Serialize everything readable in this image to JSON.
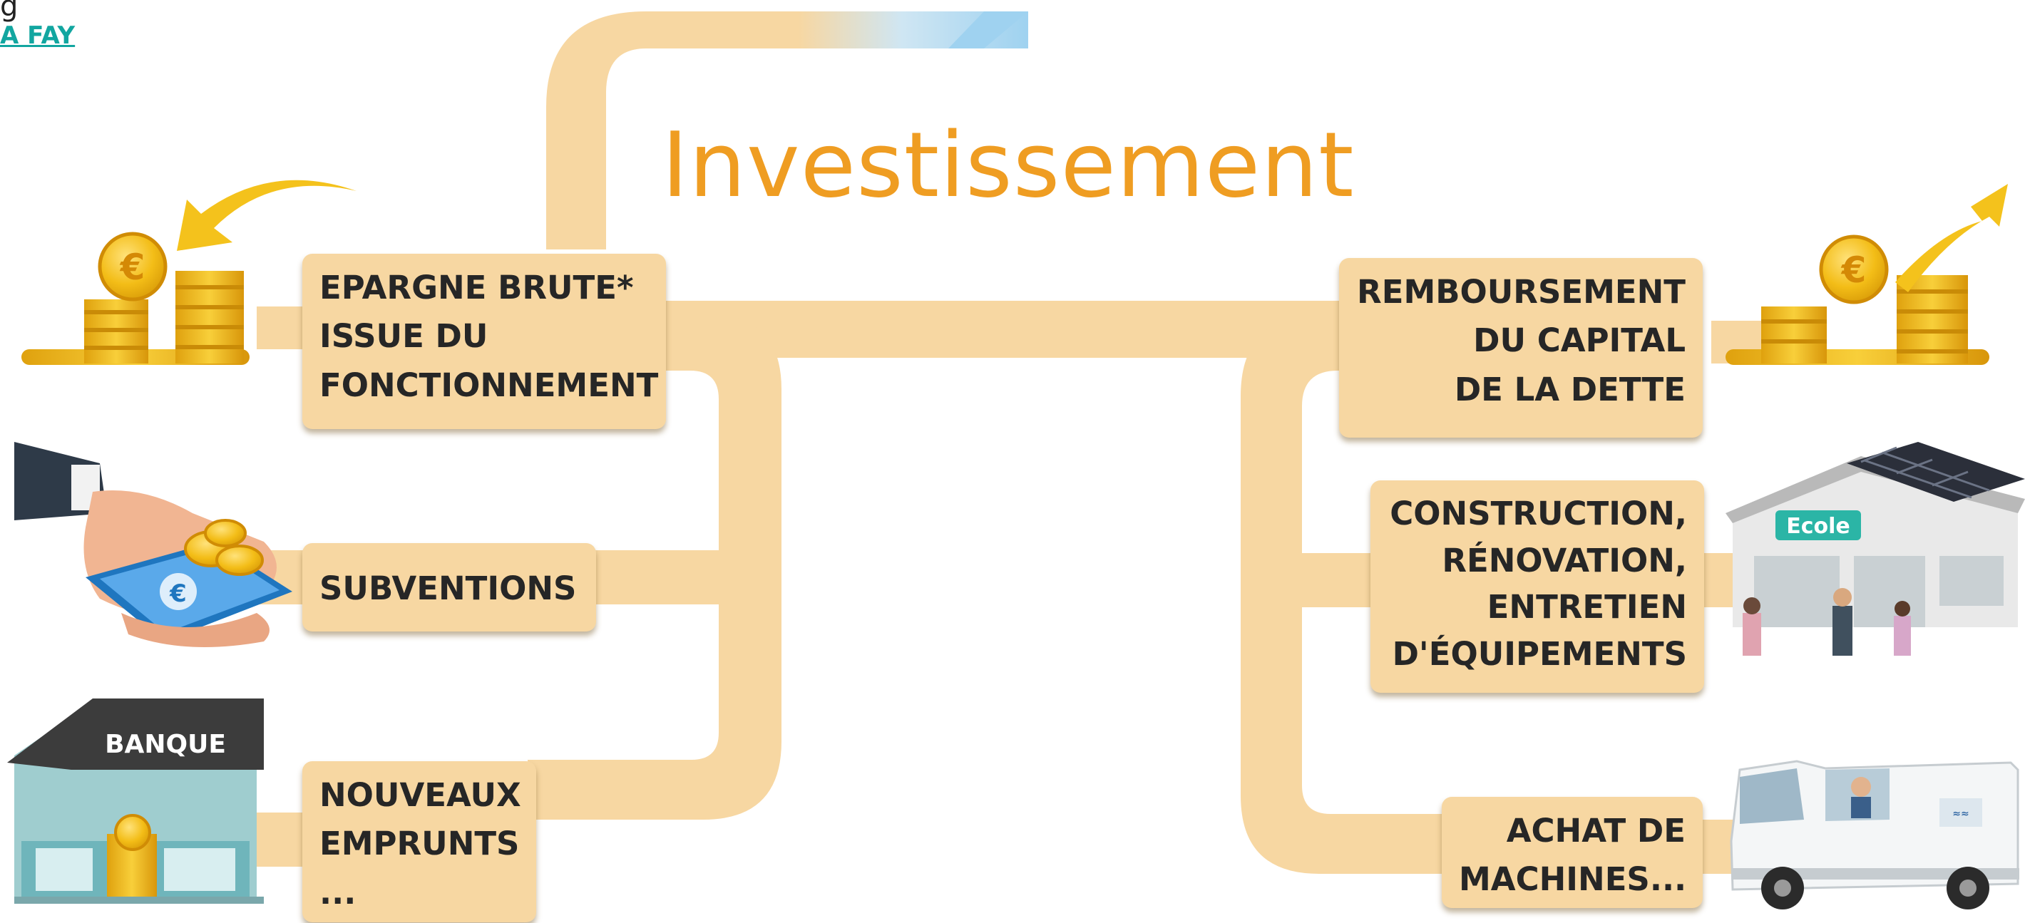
{
  "header": {
    "top_char": "g",
    "link_text": "A FAY"
  },
  "diagram": {
    "title": "Investissement",
    "sources": [
      {
        "id": "epargne",
        "lines": [
          "EPARGNE BRUTE*",
          "ISSUE DU",
          "FONCTIONNEMENT"
        ],
        "icon": "coins-euro-icon"
      },
      {
        "id": "subventions",
        "lines": [
          "SUBVENTIONS"
        ],
        "icon": "hand-money-icon"
      },
      {
        "id": "emprunts",
        "lines": [
          "NOUVEAUX",
          "EMPRUNTS",
          "..."
        ],
        "icon": "bank-building-icon"
      }
    ],
    "uses": [
      {
        "id": "remboursement",
        "lines": [
          "REMBOURSEMENT",
          "DU CAPITAL",
          "DE LA DETTE"
        ],
        "icon": "coins-euro-icon"
      },
      {
        "id": "construction",
        "lines": [
          "CONSTRUCTION,",
          "RÉNOVATION,",
          "ENTRETIEN",
          "D'ÉQUIPEMENTS"
        ],
        "icon": "school-building-icon"
      },
      {
        "id": "achat",
        "lines": [
          "ACHAT DE",
          "MACHINES..."
        ],
        "icon": "van-icon"
      }
    ],
    "bank_sign": "BANQUE",
    "school_sign": "Ecole"
  },
  "colors": {
    "pipe": "#f7d7a2",
    "title": "#ef9d22",
    "link": "#12a6a0",
    "coin": "#f1b915",
    "arrow": "#f4c21c",
    "bank_wall": "#9fcdcf",
    "roof": "#3c3c3c",
    "school_sign": "#2bb5a6",
    "van": "#f4f6f7",
    "sky": "#a9d6f2"
  }
}
